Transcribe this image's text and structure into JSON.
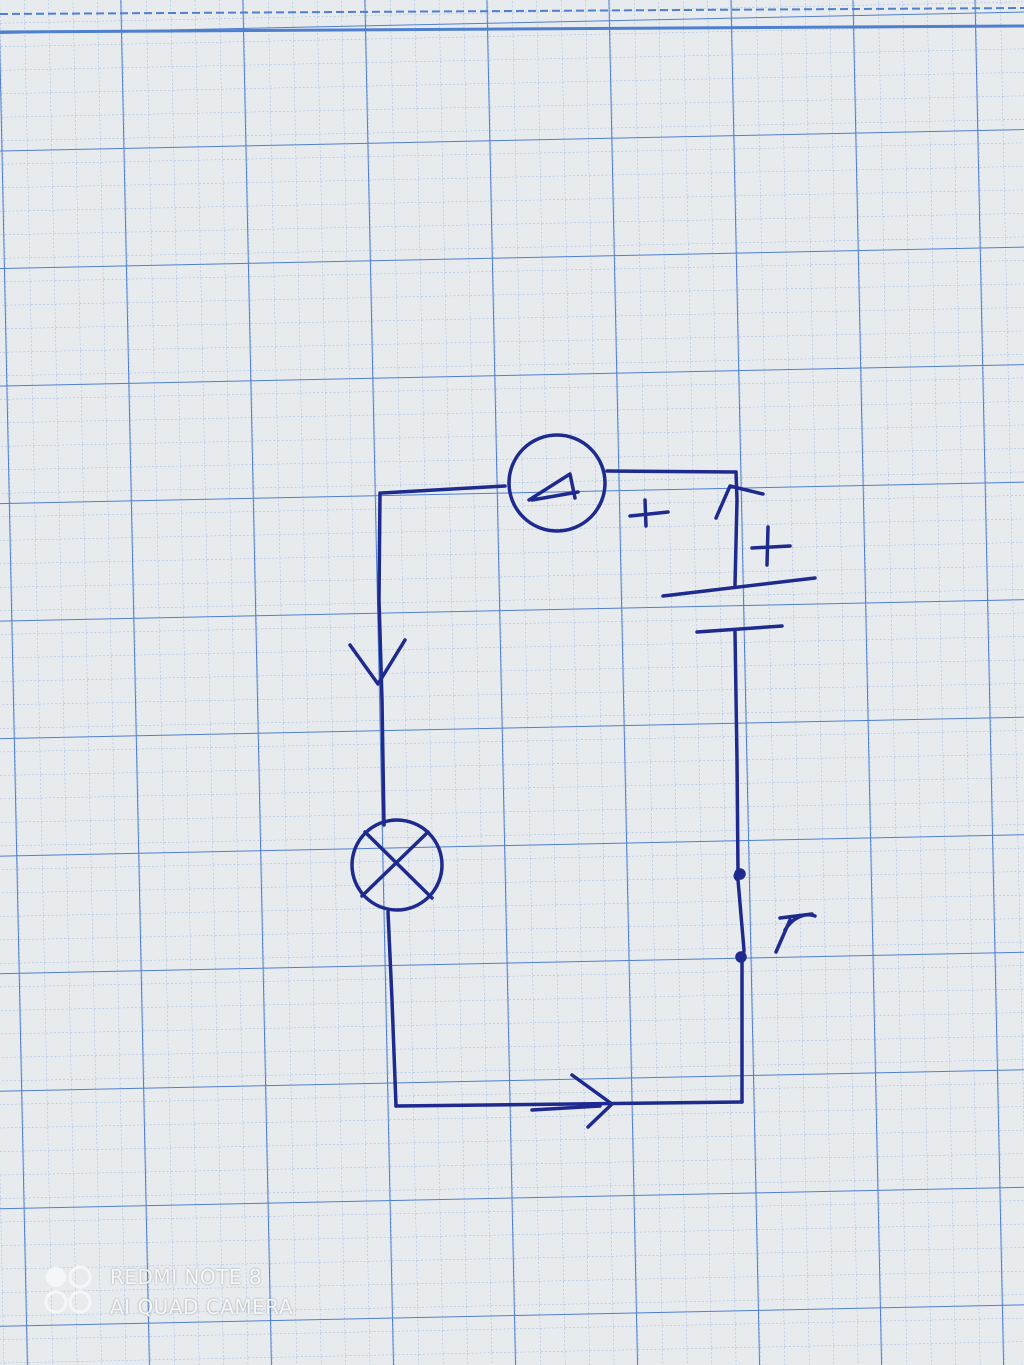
{
  "colors": {
    "paper": "#e7ebee",
    "grid_major": "#4f7fcf",
    "grid_minor": "#9db6e0",
    "ink": "#1f2a8f",
    "watermark": "#f4f6f8"
  },
  "diagram": {
    "components": [
      {
        "id": "ammeter",
        "symbol": "A",
        "icon": "ammeter-icon"
      },
      {
        "id": "lamp",
        "icon": "lamp-cross-icon"
      },
      {
        "id": "battery",
        "icon": "battery-cell-icon"
      },
      {
        "id": "resistor",
        "label": "r",
        "icon": "resistor-icon"
      }
    ],
    "polarity_marks": [
      "+",
      "+"
    ],
    "current_arrows": [
      "down-left-wire",
      "right-bottom-wire",
      "up-right-wire"
    ]
  },
  "watermark": {
    "line1": "REDMI NOTE 8",
    "line2": "AI QUAD CAMERA"
  }
}
